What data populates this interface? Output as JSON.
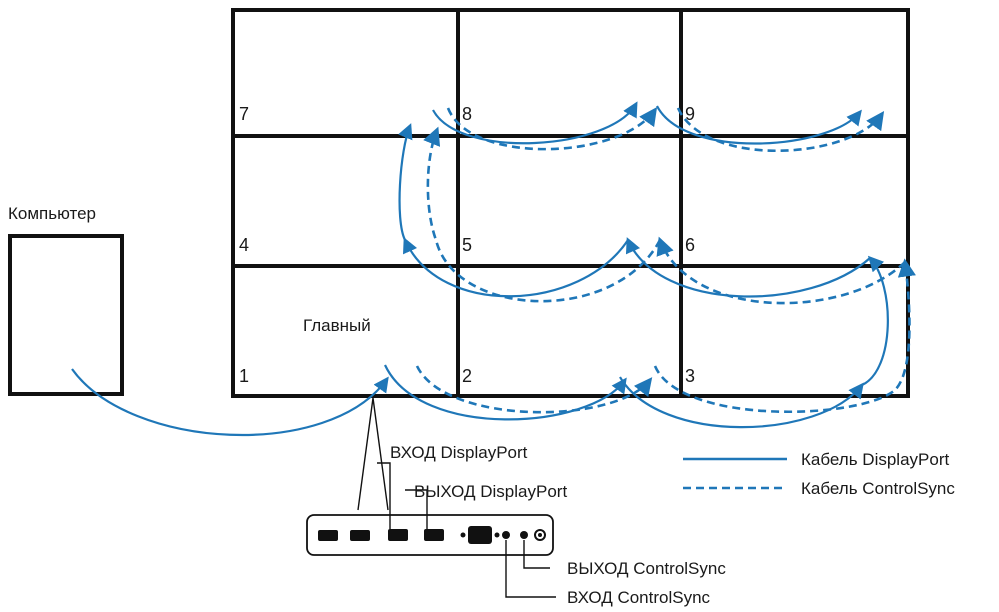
{
  "computer_label": "Компьютер",
  "primary_label": "Главный",
  "monitors": [
    "7",
    "8",
    "9",
    "4",
    "5",
    "6",
    "1",
    "2",
    "3"
  ],
  "ports": {
    "dp_in": "ВХОД DisplayPort",
    "dp_out": "ВЫХОД DisplayPort",
    "cs_out": "ВЫХОД ControlSync",
    "cs_in": "ВХОД ControlSync"
  },
  "legend": {
    "dp_cable": "Кабель DisplayPort",
    "cs_cable": "Кабель ControlSync"
  },
  "colors": {
    "cable": "#1f77b8",
    "frame": "#111111"
  }
}
